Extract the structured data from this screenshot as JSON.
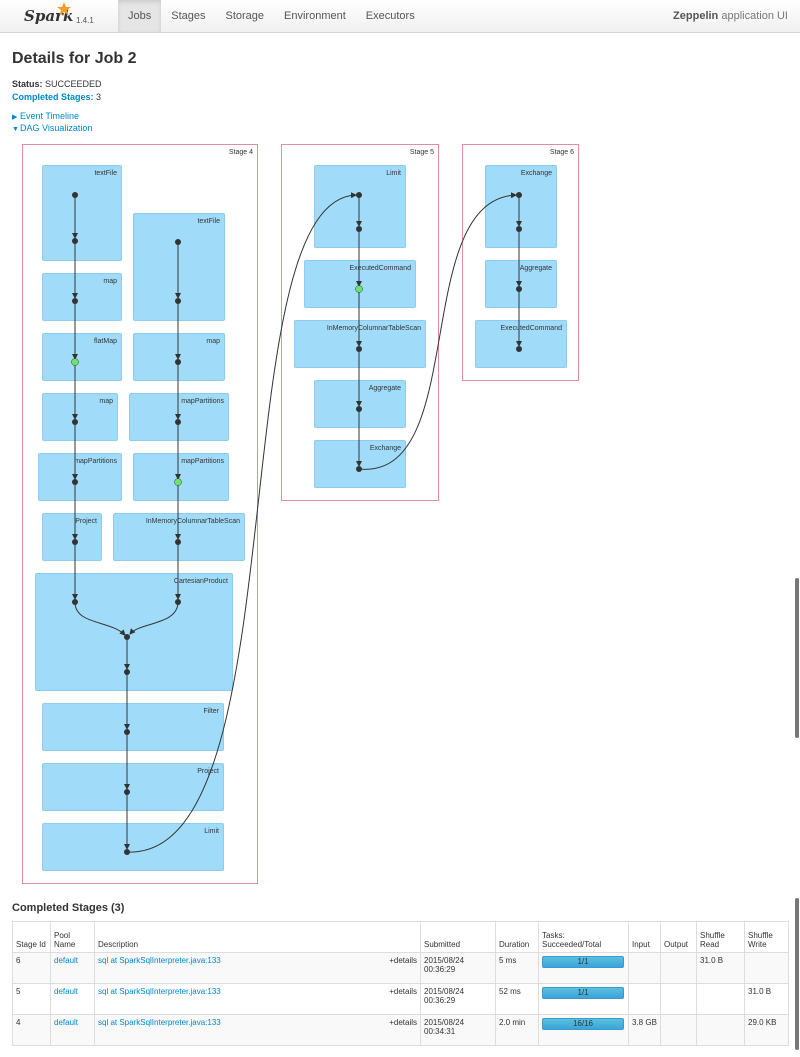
{
  "brand": {
    "name": "Spark",
    "version": "1.4.1"
  },
  "nav": {
    "tabs": [
      "Jobs",
      "Stages",
      "Storage",
      "Environment",
      "Executors"
    ],
    "active": "Jobs"
  },
  "app": {
    "bold": "Zeppelin",
    "rest": " application UI"
  },
  "page": {
    "title": "Details for Job 2",
    "status_label": "Status:",
    "status_value": "SUCCEEDED",
    "completed_label": "Completed Stages:",
    "completed_value": "3",
    "event_timeline": "Event Timeline",
    "dag_visualization": "DAG Visualization"
  },
  "dag": {
    "stages": [
      {
        "label": "Stage 4",
        "clusters": [
          "textFile",
          "map",
          "flatMap",
          "map",
          "mapPartitions",
          "Project",
          "textFile",
          "map",
          "mapPartitions",
          "mapPartitions",
          "InMemoryColumnarTableScan",
          "CartesianProduct",
          "Filter",
          "Project",
          "Limit"
        ]
      },
      {
        "label": "Stage 5",
        "clusters": [
          "Limit",
          "ExecutedCommand",
          "InMemoryColumnarTableScan",
          "Aggregate",
          "Exchange"
        ]
      },
      {
        "label": "Stage 6",
        "clusters": [
          "Exchange",
          "Aggregate",
          "ExecutedCommand"
        ]
      }
    ]
  },
  "completed_stages": {
    "heading": "Completed Stages (3)",
    "headers": [
      "Stage Id",
      "Pool Name",
      "Description",
      "Submitted",
      "Duration",
      "Tasks: Succeeded/Total",
      "Input",
      "Output",
      "Shuffle Read",
      "Shuffle Write"
    ],
    "details_label": "+details",
    "rows": [
      {
        "id": "6",
        "pool": "default",
        "desc": "sql at SparkSqlInterpreter.java:133",
        "submitted": "2015/08/24 00:36:29",
        "duration": "5 ms",
        "tasks": "1/1",
        "tasks_fraction": 1.0,
        "input": "",
        "output": "",
        "shuffle_read": "31.0 B",
        "shuffle_write": ""
      },
      {
        "id": "5",
        "pool": "default",
        "desc": "sql at SparkSqlInterpreter.java:133",
        "submitted": "2015/08/24 00:36:29",
        "duration": "52 ms",
        "tasks": "1/1",
        "tasks_fraction": 1.0,
        "input": "",
        "output": "",
        "shuffle_read": "",
        "shuffle_write": "31.0 B"
      },
      {
        "id": "4",
        "pool": "default",
        "desc": "sql at SparkSqlInterpreter.java:133",
        "submitted": "2015/08/24 00:34:31",
        "duration": "2.0 min",
        "tasks": "16/16",
        "tasks_fraction": 1.0,
        "input": "3.8 GB",
        "output": "",
        "shuffle_read": "",
        "shuffle_write": "29.0 KB"
      }
    ]
  },
  "colors": {
    "link": "#0088cc",
    "cluster": "#a0dcfa",
    "stage_border": "#e28c9f",
    "cached_node": "#6ce36c"
  }
}
